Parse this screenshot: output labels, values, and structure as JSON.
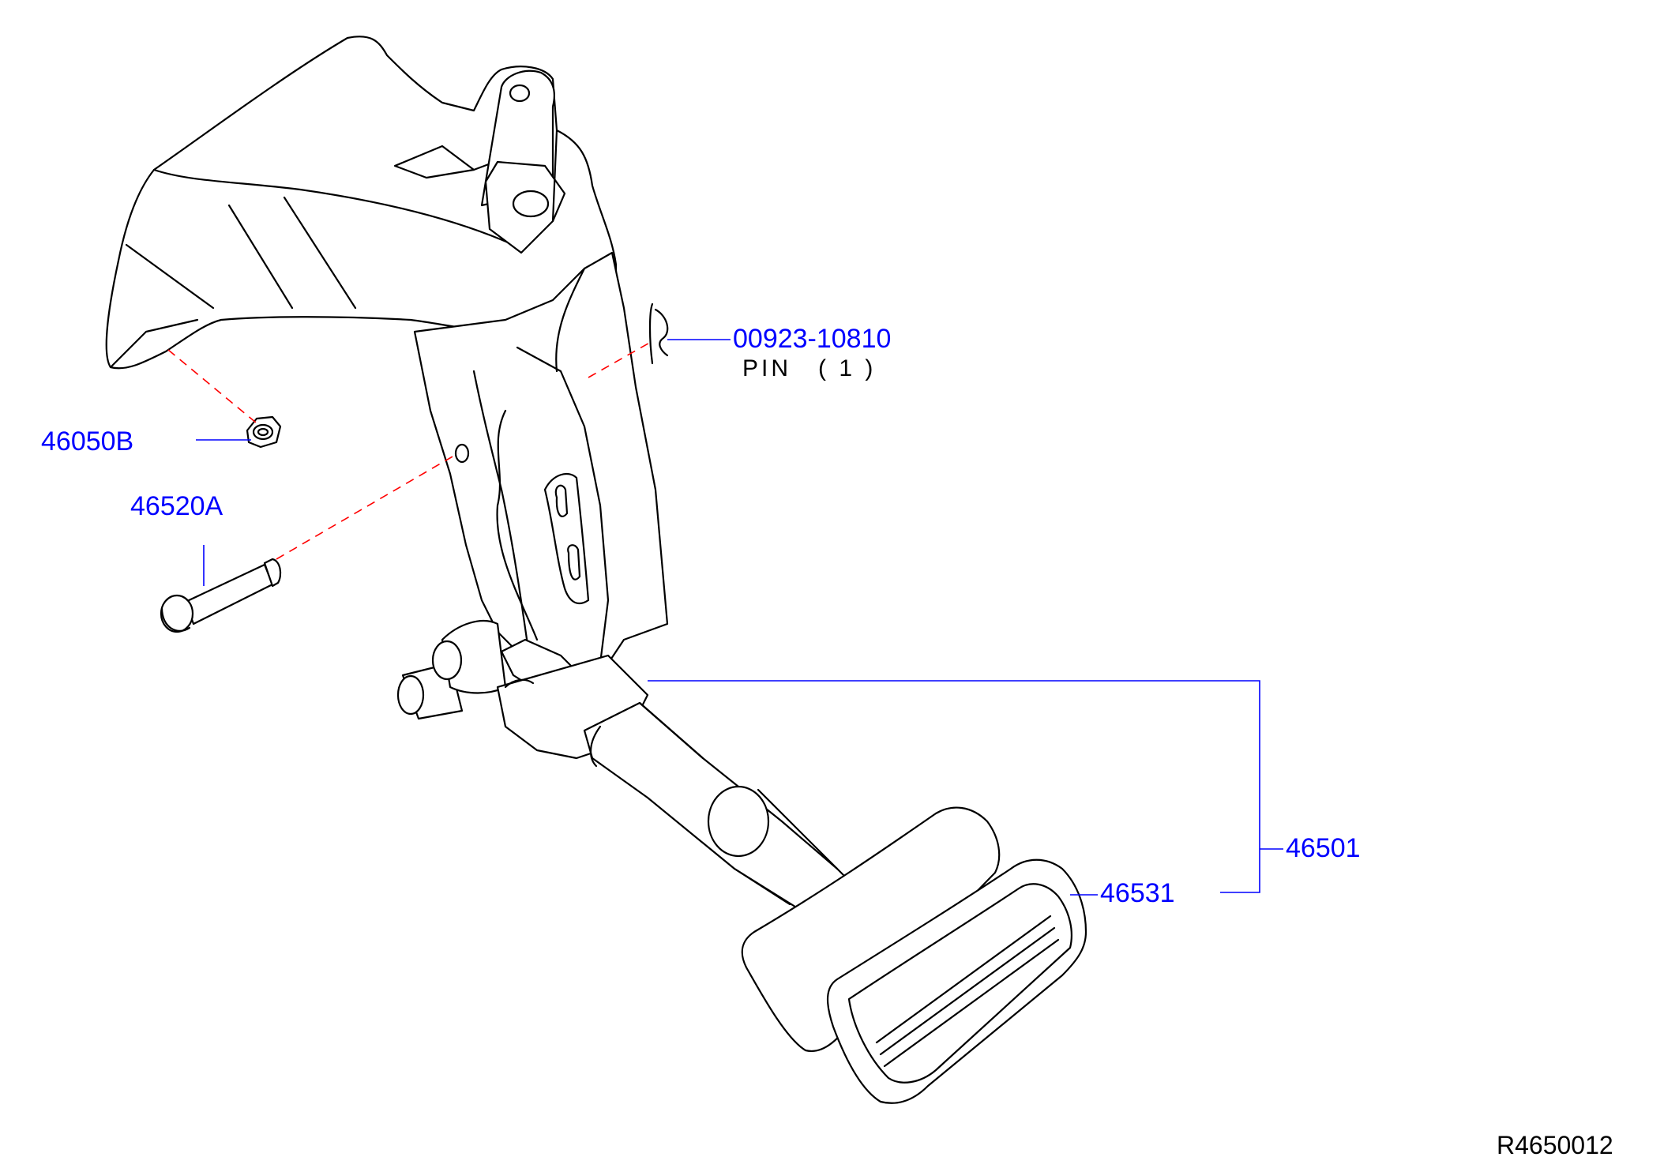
{
  "callouts": {
    "pin_part": "00923-10810",
    "pin_desc": "PIN",
    "pin_qty": "( 1 )",
    "nut_part": "46050B",
    "bolt_part": "46520A",
    "assembly_part": "46501",
    "pad_part": "46531"
  },
  "diagram_ref": "R4650012",
  "colors": {
    "part_number": "#0000ff",
    "leader_line": "#0000ff",
    "hidden_line": "#ff0000",
    "outline": "#000000"
  }
}
